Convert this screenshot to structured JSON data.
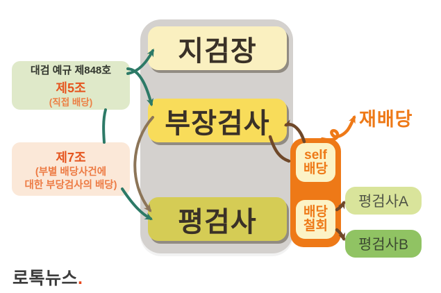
{
  "regulation": {
    "source": "대검 예규 제848호",
    "article5": {
      "title": "제5조",
      "subtitle": "(직접 배당)"
    },
    "article7": {
      "title": "제7조",
      "subtitle_line1": "(부별 배당사건에",
      "subtitle_line2": "대한 부당검사의 배당)"
    }
  },
  "hierarchy": {
    "district_chief": "지검장",
    "division_chief": "부장검사",
    "staff_prosecutor": "평검사"
  },
  "flows": {
    "self_assignment": {
      "line1": "self",
      "line2": "배당"
    },
    "assignment_withdrawal": {
      "line1": "배당",
      "line2": "철회"
    },
    "reassignment": "재배당"
  },
  "prosecutors": {
    "a": "평검사A",
    "b": "평검사B"
  },
  "brand": {
    "name": "로톡뉴스",
    "dot": "."
  },
  "colors": {
    "pillar_gray": "#d4d1ce",
    "box_cream": "#faf0c0",
    "box_yellow": "#f8dc5a",
    "box_olive": "#d5cc55",
    "box_text": "#3a3127",
    "regulation_green": "#dfe9c9",
    "regulation_pink": "#fbe8d8",
    "accent_orange": "#ee7917",
    "chip_cream": "#fcf3c6",
    "arrow_teal": "#2d7a67",
    "arrow_brown": "#8c7558",
    "arrow_dark_brown": "#6f4829",
    "prosecutor_a_green": "#d9e49b",
    "prosecutor_b_green": "#90c363",
    "brand_dot": "#e8481d"
  }
}
